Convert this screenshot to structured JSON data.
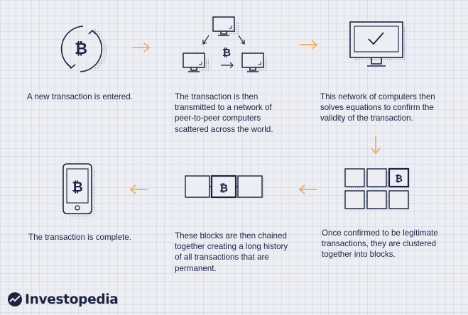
{
  "steps": [
    {
      "text": "A new transaction is entered."
    },
    {
      "text": "The transaction is then\ntransmitted to a network of\npeer-to-peer computers\nscattered across the world."
    },
    {
      "text": "This network of computers then\nsolves equations to confirm the\nvalidity of the transaction."
    },
    {
      "text": "Once confirmed to be legitimate\ntransactions, they are clustered\ntogether into blocks."
    },
    {
      "text": "These blocks are then chained\ntogether creating a long history\nof all transactions that are\npermanent."
    },
    {
      "text": "The transaction is complete."
    }
  ],
  "bitcoin_symbol": "₿",
  "brand": {
    "name": "Investopedia"
  },
  "colors": {
    "ink": "#1d2340",
    "arrow": "#f4a95c",
    "background": "#eceef4",
    "shadow": "#9aa0b8"
  }
}
